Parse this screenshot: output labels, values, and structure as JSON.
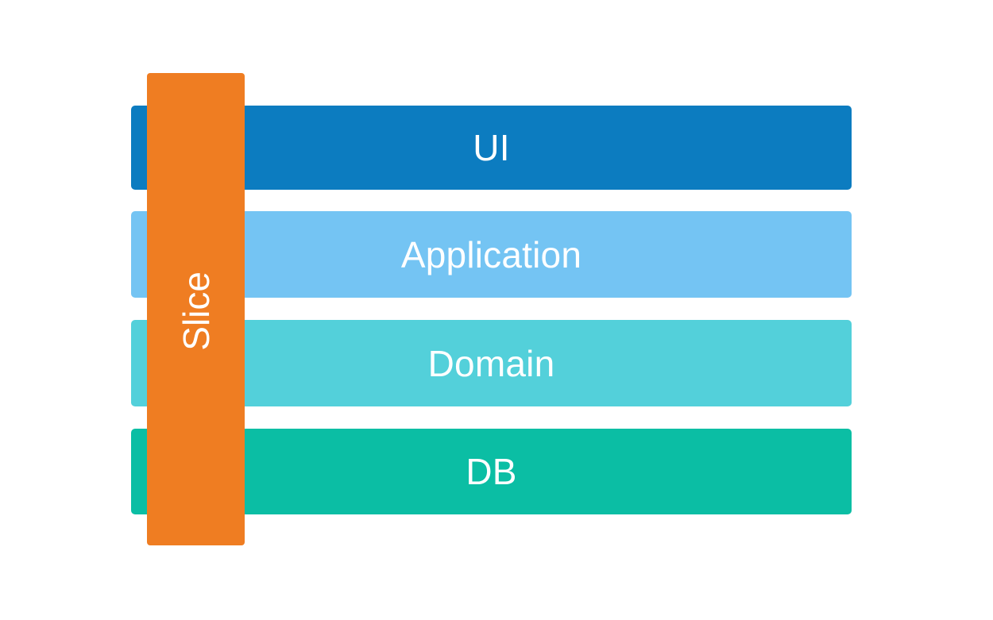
{
  "diagram": {
    "type": "layered-architecture-vertical-slice",
    "background_color": "#ffffff",
    "layers": [
      {
        "id": "ui",
        "label": "UI",
        "color": "#0C7CC0",
        "text_color": "#ffffff"
      },
      {
        "id": "application",
        "label": "Application",
        "color": "#74C4F3",
        "text_color": "#ffffff"
      },
      {
        "id": "domain",
        "label": "Domain",
        "color": "#53D0DA",
        "text_color": "#ffffff"
      },
      {
        "id": "db",
        "label": "DB",
        "color": "#0BBEA4",
        "text_color": "#ffffff"
      }
    ],
    "slice": {
      "label": "Slice",
      "color": "#EF7D22",
      "text_color": "#ffffff",
      "orientation": "vertical"
    }
  }
}
